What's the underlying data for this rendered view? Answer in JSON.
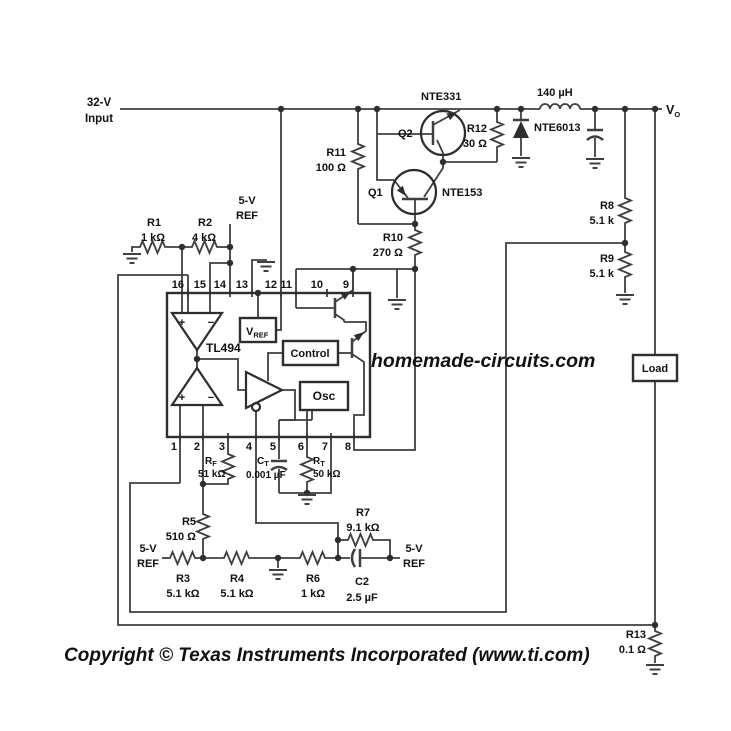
{
  "labels": {
    "input_l1": "32-V",
    "input_l2": "Input",
    "vout_main": "V",
    "vout_sub": "O",
    "ref5_l1": "5-V",
    "ref5_l2": "REF",
    "load": "Load"
  },
  "components": {
    "r1": {
      "ref": "R1",
      "val": "1 kΩ"
    },
    "r2": {
      "ref": "R2",
      "val": "4 kΩ"
    },
    "r3": {
      "ref": "R3",
      "val": "5.1 kΩ"
    },
    "r4": {
      "ref": "R4",
      "val": "5.1 kΩ"
    },
    "r5": {
      "ref": "R5",
      "val": "510 Ω"
    },
    "r6": {
      "ref": "R6",
      "val": "1 kΩ"
    },
    "r7": {
      "ref": "R7",
      "val": "9.1 kΩ"
    },
    "r8": {
      "ref": "R8",
      "val": "5.1 k"
    },
    "r9": {
      "ref": "R9",
      "val": "5.1 k"
    },
    "r10": {
      "ref": "R10",
      "val": "270 Ω"
    },
    "r11": {
      "ref": "R11",
      "val": "100 Ω"
    },
    "r12": {
      "ref": "R12",
      "val": "30 Ω"
    },
    "r13": {
      "ref": "R13",
      "val": "0.1 Ω"
    },
    "rf": {
      "ref": "R",
      "sub": "F",
      "val": "51 kΩ"
    },
    "rt": {
      "ref": "R",
      "sub": "T",
      "val": "50 kΩ"
    },
    "ct": {
      "ref": "C",
      "sub": "T",
      "val": "0.001 µF"
    },
    "c2": {
      "ref": "C2",
      "val": "2.5 µF"
    },
    "q1": {
      "ref": "Q1",
      "part": "NTE153"
    },
    "q2": {
      "ref": "Q2",
      "part": "NTE331"
    },
    "d1": {
      "part": "NTE6013"
    },
    "l1": {
      "val": "140 µH"
    }
  },
  "ic": {
    "part": "TL494",
    "top_pins": [
      "16",
      "15",
      "14",
      "13",
      "12",
      "11",
      "10",
      "9"
    ],
    "bottom_pins": [
      "1",
      "2",
      "3",
      "4",
      "5",
      "6",
      "7",
      "8"
    ],
    "vref": {
      "main": "V",
      "sub": "REF"
    },
    "control": "Control",
    "osc": "Osc",
    "plus": "+",
    "minus": "−"
  },
  "watermark": {
    "text": "homemade-circuits.com",
    "color": "#c81414"
  },
  "copyright": "Copyright © Texas Instruments Incorporated  (www.ti.com)"
}
